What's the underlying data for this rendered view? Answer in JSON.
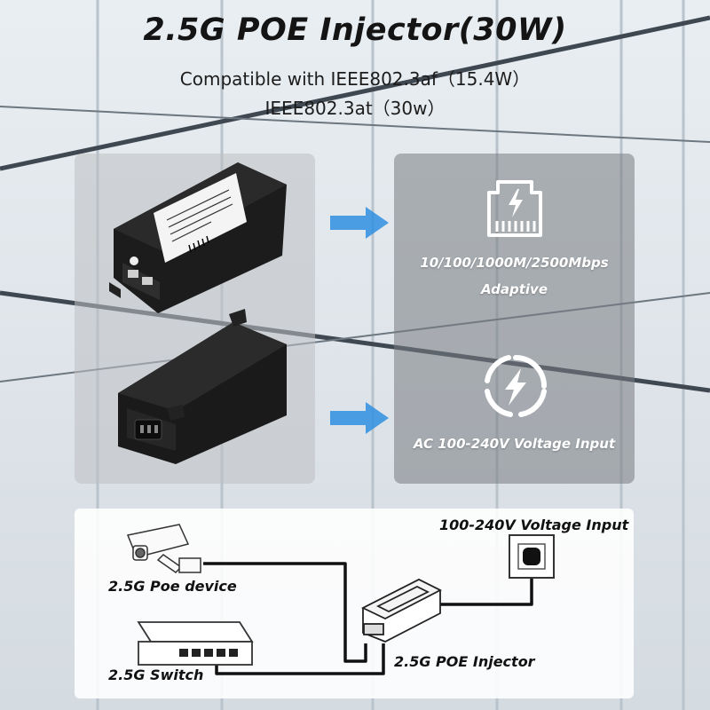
{
  "header": {
    "title": "2.5G POE Injector(30W)",
    "subtitle_line1": "Compatible with IEEE802.3af（15.4W）",
    "subtitle_line2": "IEEE802.3at（30w）"
  },
  "features": [
    {
      "icon": "ethernet-port-icon",
      "line1": "10/100/1000M/2500Mbps",
      "line2": "Adaptive"
    },
    {
      "icon": "power-lightning-icon",
      "line1": "AC 100-240V Voltage Input"
    }
  ],
  "diagram": {
    "voltage_input_label": "100-240V Voltage Input",
    "poe_device_label": "2.5G Poe device",
    "injector_label": "2.5G POE Injector",
    "switch_label": "2.5G Switch"
  },
  "colors": {
    "arrow": "#2f8fe0",
    "device": "#1a1a1a",
    "panel_text": "#ffffff"
  }
}
